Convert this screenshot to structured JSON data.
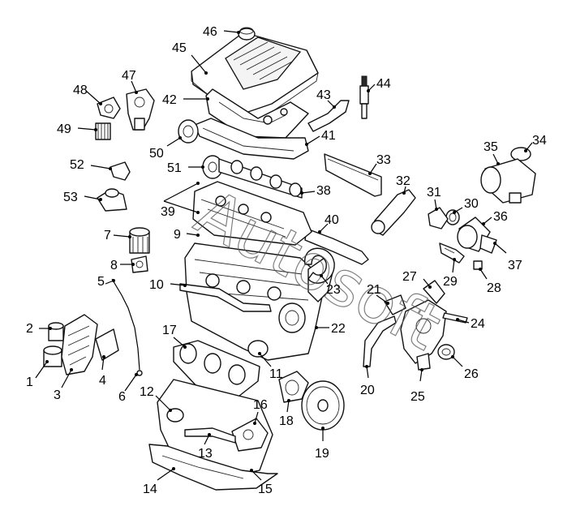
{
  "diagram": {
    "watermark": "Autosoft",
    "callouts": [
      "1",
      "2",
      "3",
      "4",
      "5",
      "6",
      "7",
      "8",
      "9",
      "10",
      "11",
      "12",
      "13",
      "14",
      "15",
      "16",
      "17",
      "18",
      "19",
      "20",
      "21",
      "22",
      "23",
      "24",
      "25",
      "26",
      "27",
      "28",
      "29",
      "30",
      "31",
      "32",
      "33",
      "34",
      "35",
      "36",
      "37",
      "38",
      "39",
      "40",
      "41",
      "42",
      "43",
      "44",
      "45",
      "46",
      "47",
      "48",
      "49",
      "50",
      "51",
      "52",
      "53"
    ]
  }
}
